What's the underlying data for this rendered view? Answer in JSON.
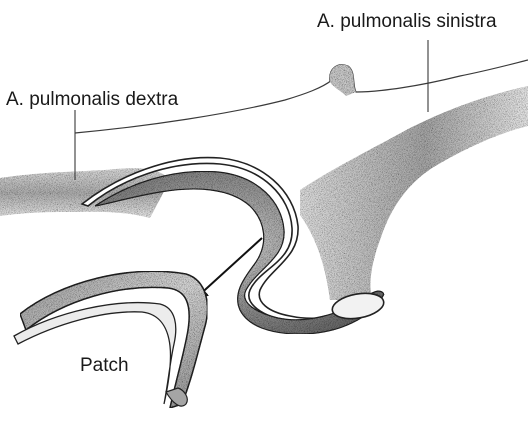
{
  "labels": {
    "sinistra": "A. pulmonalis sinistra",
    "dextra": "A. pulmonalis dextra",
    "patch": "Patch"
  },
  "colors": {
    "vessel_stipple": "#9a9a9a",
    "vessel_dark": "#6f6f6f",
    "vessel_light": "#e2e2e2",
    "outline": "#2a2a2a",
    "arrow": "#111111"
  }
}
